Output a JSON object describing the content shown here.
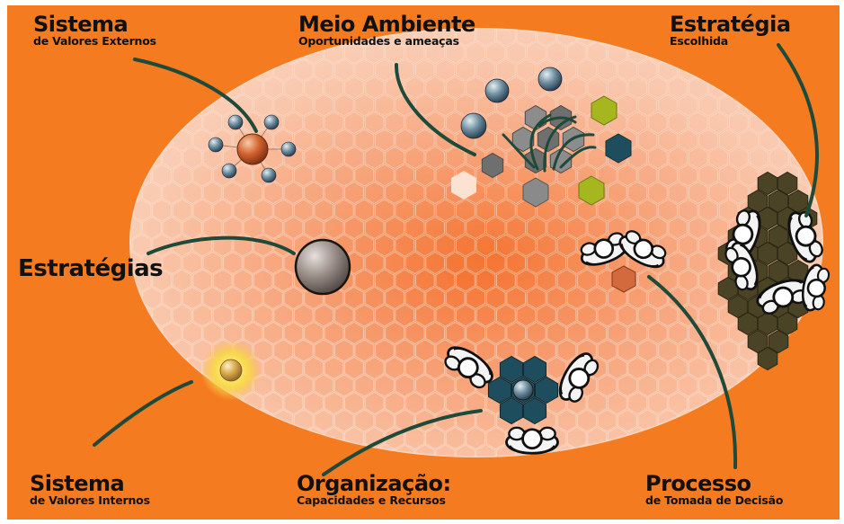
{
  "labels": {
    "external_values": {
      "title": "Sistema",
      "subtitle": "de Valores Externos"
    },
    "environment": {
      "title": "Meio Ambiente",
      "subtitle": "Oportunidades e ameaças"
    },
    "chosen_strategy": {
      "title": "Estratégia",
      "subtitle": "Escolhida"
    },
    "strategies": {
      "title": "Estratégias"
    },
    "internal_values": {
      "title": "Sistema",
      "subtitle": "de Valores Internos"
    },
    "organization": {
      "title": "Organização:",
      "subtitle": "Capacidades e Recursos"
    },
    "decision_process": {
      "title": "Processo",
      "subtitle": "de Tomada de Decisão"
    }
  },
  "colors": {
    "background": "#F47B20",
    "hex_light": "#F9C8A6",
    "hex_dark_teal": "#1E4E5E",
    "hex_olive": "#4A4326",
    "hex_gray": "#7F7F7F",
    "hex_lime": "#A0B020",
    "connector": "#1F4A3A"
  }
}
